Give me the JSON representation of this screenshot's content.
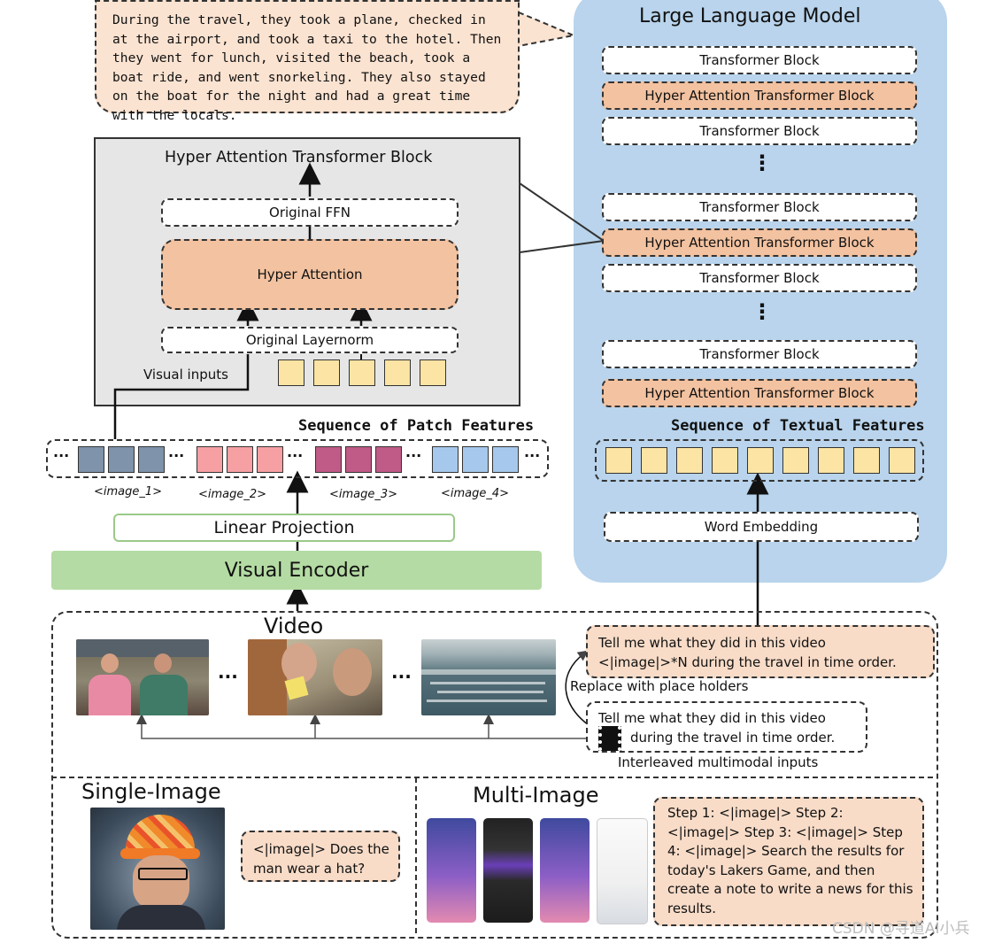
{
  "speech_text": "During the travel, they took a plane, checked in at the airport, and took a taxi to the hotel. Then they went for lunch, visited the beach, took a boat ride, and went snorkeling. They also stayed on the boat for the night and had a great time with the locals.",
  "hyper_block": {
    "title": "Hyper Attention Transformer Block",
    "ffn": "Original FFN",
    "attention": "Hyper Attention",
    "layernorm": "Original Layernorm",
    "visual_inputs": "Visual inputs"
  },
  "llm": {
    "title": "Large Language Model",
    "blocks": [
      "Transformer Block",
      "Hyper Attention Transformer Block",
      "Transformer Block",
      "Transformer Block",
      "Hyper Attention Transformer Block",
      "Transformer Block",
      "Transformer Block",
      "Hyper Attention Transformer Block"
    ],
    "dots": "⋮",
    "textual_title": "Sequence of Textual Features",
    "word_embedding": "Word Embedding"
  },
  "patch": {
    "title": "Sequence of Patch Features",
    "ellipsis": "···",
    "image_labels": [
      "<image_1>",
      "<image_2>",
      "<image_3>",
      "<image_4>"
    ],
    "colors": [
      "#7f93aa",
      "#f6a0a4",
      "#c05a86",
      "#a6c8ec"
    ]
  },
  "linear_projection": "Linear Projection",
  "visual_encoder": "Visual Encoder",
  "video": {
    "title": "Video",
    "ellipsis": "···",
    "prompt_placeholder_line1": "Tell me what they did in this video",
    "prompt_placeholder_line2": "<|image|>*N during the travel in time order.",
    "replace_label": "Replace with place holders",
    "prompt_raw_line1": "Tell me what they did in this video",
    "prompt_raw_line2": "during the travel in time order.",
    "interleaved_label": "Interleaved multimodal inputs"
  },
  "single_image": {
    "title": "Single-Image",
    "prompt": "<|image|> Does the man wear a hat?"
  },
  "multi_image": {
    "title": "Multi-Image",
    "prompt": "Step 1: <|image|> Step 2: <|image|> Step 3: <|image|> Step 4: <|image|> Search the results for today's Lakers Game, and then create a note to write a news for this results."
  },
  "watermark": "CSDN @寻道AI小兵"
}
